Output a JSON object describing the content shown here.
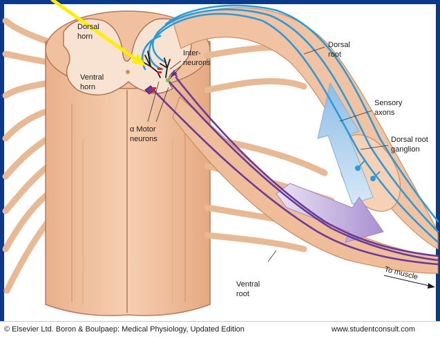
{
  "labels": {
    "dorsal_horn": [
      "Dorsal",
      "horn"
    ],
    "ventral_horn": [
      "Ventral",
      "horn"
    ],
    "interneurons": [
      "Inter-",
      "neurons"
    ],
    "motor_neurons": [
      "α Motor",
      "neurons"
    ],
    "dorsal_root": [
      "Dorsal",
      "root"
    ],
    "sensory_axons": [
      "Sensory",
      "axons"
    ],
    "dorsal_root_ganglion": [
      "Dorsal root",
      "ganglion"
    ],
    "ventral_root": [
      "Ventral",
      "root"
    ],
    "to_muscle": "To muscle"
  },
  "footer": {
    "credit": "© Elsevier Ltd. Boron & Boulpaep: Medical Physiology, Updated Edition",
    "website": "www.studentconsult.com"
  },
  "colors": {
    "frame": "#0b3a8c",
    "cord_tissue": "#f3c7a6",
    "gray_matter": "#f7dfcb",
    "sensory_axon": "#2a9ad8",
    "motor_axon": "#6a3a9a",
    "signal_arrow_in": "#a9cdea",
    "signal_arrow_out": "#c8b8e0",
    "pointer": "#ffee00"
  }
}
